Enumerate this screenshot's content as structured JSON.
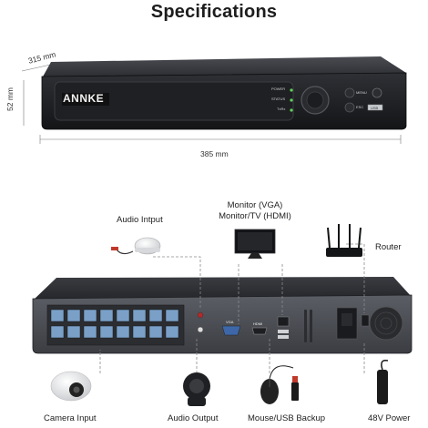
{
  "title": "Specifications",
  "dimensions": {
    "depth": "315 mm",
    "height": "52 mm",
    "width": "385 mm"
  },
  "front_panel": {
    "brand": "ANNKE",
    "indicators": [
      "POWER",
      "STATUS",
      "TxRx"
    ],
    "buttons": [
      "MENU",
      "ESC"
    ],
    "usb_label": "USB"
  },
  "rear_panel": {
    "port_labels": [
      "VGA",
      "HDMI"
    ]
  },
  "connections": [
    {
      "id": "audio-input",
      "label": "Audio Intput"
    },
    {
      "id": "monitor",
      "label_line1": "Monitor (VGA)",
      "label_line2": "Monitor/TV (HDMI)"
    },
    {
      "id": "router",
      "label": "Router"
    },
    {
      "id": "camera-input",
      "label": "Camera Input"
    },
    {
      "id": "audio-output",
      "label": "Audio Output"
    },
    {
      "id": "mouse-usb",
      "label": "Mouse/USB Backup"
    },
    {
      "id": "power",
      "label": "48V Power"
    }
  ],
  "colors": {
    "device_body": "#2b2d31",
    "device_face": "#1a1b1e",
    "led_green": "#5fd35a",
    "poe_port": "#7aa0c8"
  }
}
